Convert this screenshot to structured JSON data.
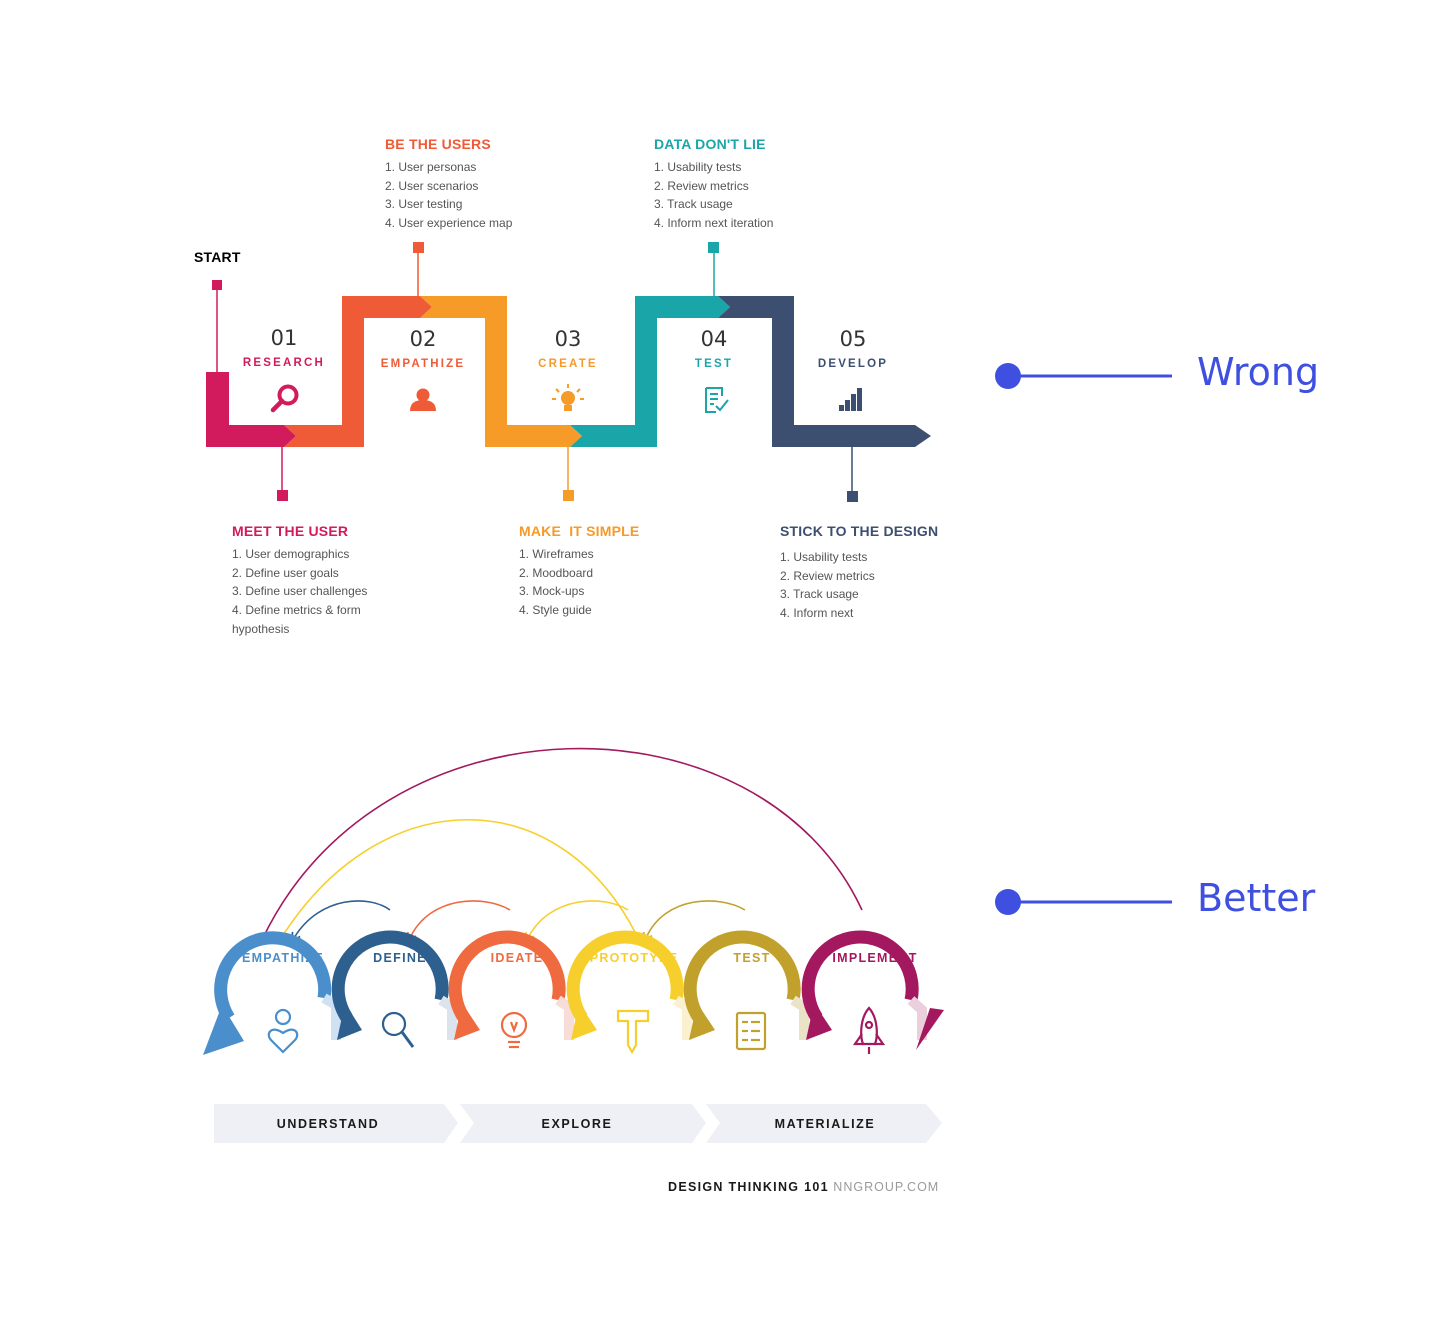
{
  "wrong_diagram": {
    "start_label": "START",
    "steps": [
      {
        "number": "01",
        "name": "RESEARCH",
        "color": "#d21b5c",
        "icon": "magnifier-icon"
      },
      {
        "number": "02",
        "name": "EMPATHIZE",
        "color": "#ef5b36",
        "icon": "user-icon"
      },
      {
        "number": "03",
        "name": "CREATE",
        "color": "#f69a28",
        "icon": "lightbulb-icon"
      },
      {
        "number": "04",
        "name": "TEST",
        "color": "#1aa5a8",
        "icon": "checklist-icon"
      },
      {
        "number": "05",
        "name": "DEVELOP",
        "color": "#3d4f70",
        "icon": "bar-chart-icon"
      }
    ],
    "callouts": [
      {
        "title": "MEET THE USER",
        "items": [
          "1. User demographics",
          "2. Define user goals",
          "3. Define user challenges",
          "4. Define metrics & form",
          "hypothesis"
        ]
      },
      {
        "title": "BE THE USERS",
        "items": [
          "1. User personas",
          "2. User scenarios",
          "3. User testing",
          "4. User experience map"
        ]
      },
      {
        "title": "MAKE  IT SIMPLE",
        "items": [
          "1. Wireframes",
          "2. Moodboard",
          "3. Mock-ups",
          "4. Style guide"
        ]
      },
      {
        "title": "DATA DON'T LIE",
        "items": [
          "1. Usability tests",
          "2. Review metrics",
          "3. Track usage",
          "4. Inform next iteration"
        ]
      },
      {
        "title": "STICK TO THE DESIGN",
        "items": [
          "1. Usability tests",
          "2. Review metrics",
          "3. Track usage",
          "4. Inform next"
        ]
      }
    ]
  },
  "better_diagram": {
    "stages": [
      {
        "name": "EMPATHIZE",
        "color": "#4a8fcc",
        "icon": "heart-person-icon"
      },
      {
        "name": "DEFINE",
        "color": "#2d5f8f",
        "icon": "magnifier-icon"
      },
      {
        "name": "IDEATE",
        "color": "#ef6a3f",
        "icon": "lightbulb-icon"
      },
      {
        "name": "PROTOTYPE",
        "color": "#f7cf2c",
        "icon": "hammer-icon"
      },
      {
        "name": "TEST",
        "color": "#c1a12b",
        "icon": "checklist-icon"
      },
      {
        "name": "IMPLEMENT",
        "color": "#a3185e",
        "icon": "rocket-icon"
      }
    ],
    "phases": [
      "UNDERSTAND",
      "EXPLORE",
      "MATERIALIZE"
    ],
    "footer_bold": "DESIGN THINKING 101",
    "footer_light": "NNGROUP.COM"
  },
  "comparison_labels": {
    "wrong": "Wrong",
    "better": "Better",
    "accent_color": "#3f4fe0"
  }
}
